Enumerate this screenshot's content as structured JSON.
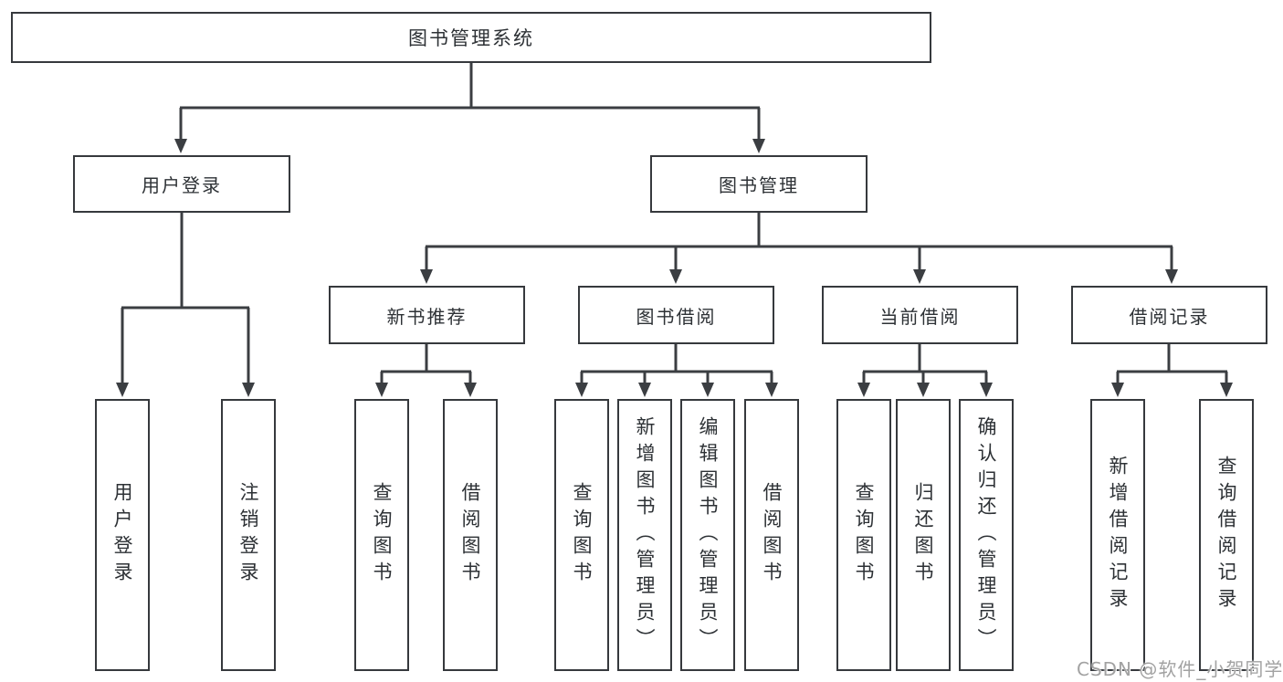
{
  "tree": {
    "label": "图书管理系统",
    "children": [
      {
        "label": "用户登录",
        "children": [
          {
            "label": "用户登录"
          },
          {
            "label": "注销登录"
          }
        ]
      },
      {
        "label": "图书管理",
        "children": [
          {
            "label": "新书推荐",
            "children": [
              {
                "label": "查询图书"
              },
              {
                "label": "借阅图书"
              }
            ]
          },
          {
            "label": "图书借阅",
            "children": [
              {
                "label": "查询图书"
              },
              {
                "label": "新增图书（管理员）"
              },
              {
                "label": "编辑图书（管理员）"
              },
              {
                "label": "借阅图书"
              }
            ]
          },
          {
            "label": "当前借阅",
            "children": [
              {
                "label": "查询图书"
              },
              {
                "label": "归还图书"
              },
              {
                "label": "确认归还（管理员）"
              }
            ]
          },
          {
            "label": "借阅记录",
            "children": [
              {
                "label": "新增借阅记录"
              },
              {
                "label": "查询借阅记录"
              }
            ]
          }
        ]
      }
    ]
  },
  "watermark": {
    "text": "CSDN @软件_小贺同学"
  },
  "colors": {
    "line": "#3b3e42",
    "border": "#36393d",
    "text": "#2d3135",
    "watermark_text": "#a2a2a2",
    "background": "#ffffff"
  }
}
